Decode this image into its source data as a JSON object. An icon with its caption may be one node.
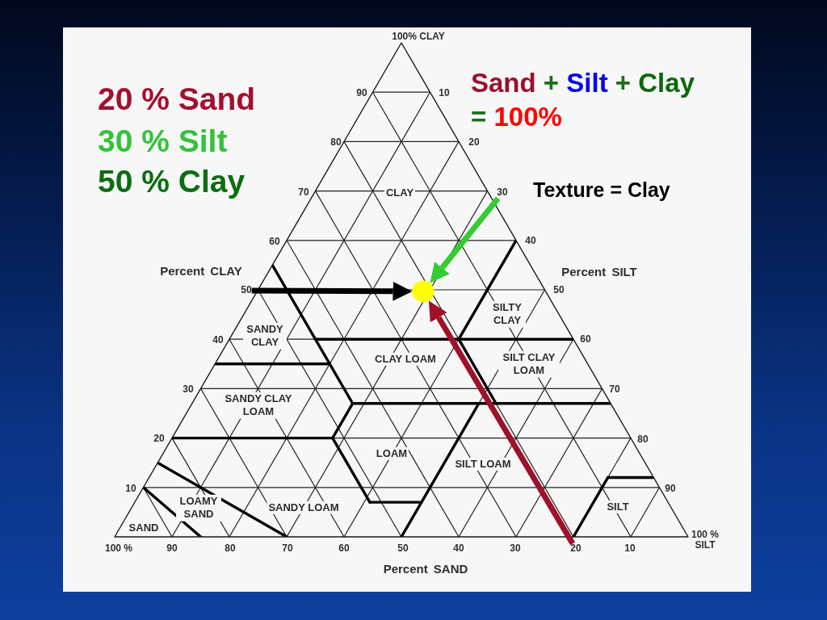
{
  "diagram": {
    "nodes": [
      {
        "text": [
          "30"
        ]
      },
      {
        "text": [
          "50"
        ]
      },
      {
        "text": [],
        "shape": "circle"
      },
      {
        "text": [
          "20"
        ]
      }
    ],
    "edges": [
      {
        "from": 1,
        "to": 2,
        "arrow": "to",
        "color": "#000000"
      },
      {
        "from": 0,
        "to": 2,
        "arrow": "to",
        "color": "#33cc33"
      },
      {
        "from": 3,
        "to": 2,
        "arrow": "to",
        "color": "#a0102a"
      }
    ],
    "labels": [
      "100% CLAY",
      "20 % Sand",
      "Sand + Silt + Clay = 100%",
      "90",
      "10",
      "30 % Silt",
      "80",
      "20",
      "50 % Clay",
      "70",
      "CLAY",
      "Texture = Clay",
      "60",
      "40",
      "Percent CLAY",
      "Percent SILT",
      "50",
      "SILTY CLAY",
      "SANDY CLAY",
      "40",
      "60",
      "CLAY LOAM",
      "SILT CLAY LOAM",
      "30",
      "70",
      "SANDY CLAY LOAM",
      "20",
      "80",
      "LOAM",
      "SILT LOAM",
      "10",
      "90",
      "LOAMY SAND",
      "SANDY LOAM",
      "SILT",
      "SAND",
      "100 % SILT",
      "100 %",
      "90",
      "80",
      "70",
      "60",
      "50",
      "40",
      "30",
      "10",
      "Percent SAND"
    ]
  }
}
